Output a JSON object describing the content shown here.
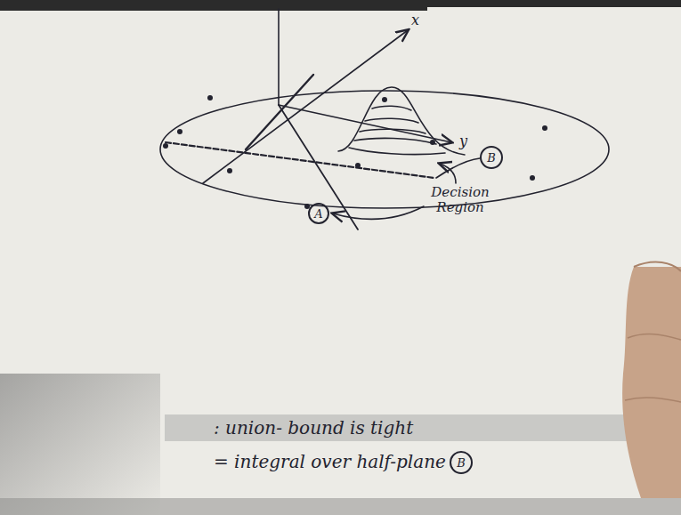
{
  "diagram": {
    "nodes": [
      {
        "text": [
          "B"
        ]
      },
      {
        "text": [
          "A"
        ]
      },
      {
        "text": [
          "B"
        ]
      }
    ],
    "labels": [
      "x",
      "y",
      "Decision Region",
      ": union- bound is tight",
      "= integral over half-plane"
    ]
  }
}
